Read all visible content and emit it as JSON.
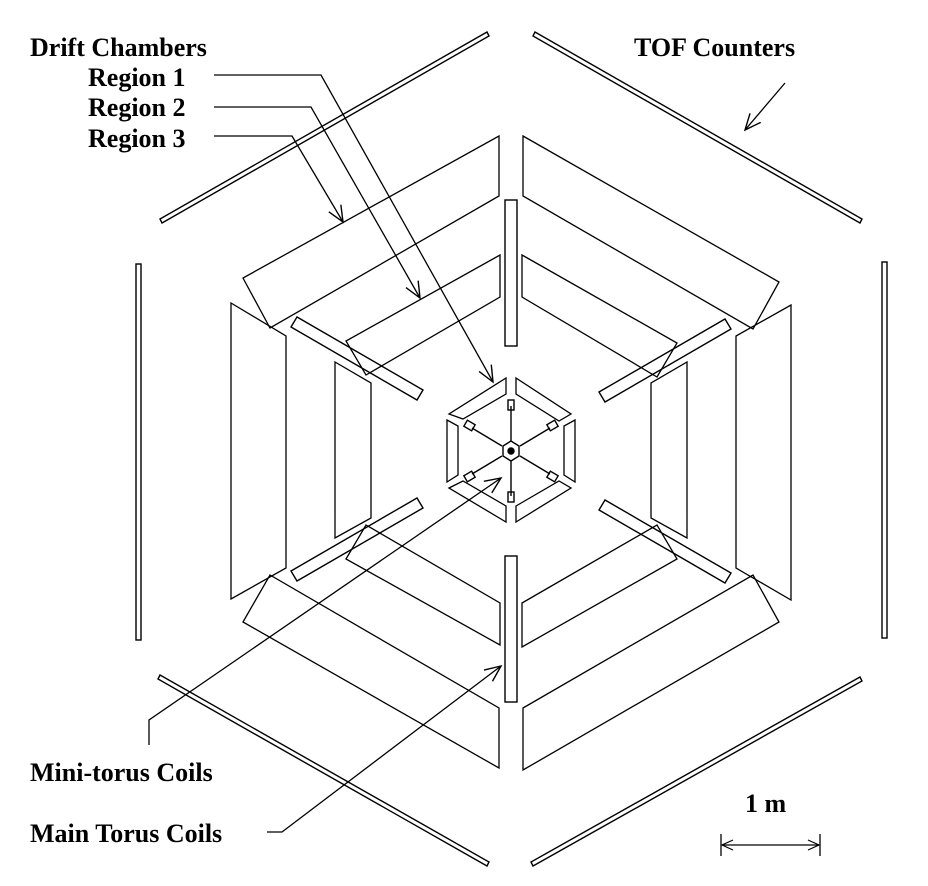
{
  "labels": {
    "drift_chambers": "Drift Chambers",
    "region1": "Region 1",
    "region2": "Region 2",
    "region3": "Region 3",
    "tof_counters": "TOF Counters",
    "mini_torus": "Mini-torus Coils",
    "main_torus": "Main Torus Coils"
  },
  "scale_bar": {
    "label": "1 m"
  },
  "colors": {
    "line": "#000000",
    "background": "#ffffff"
  }
}
